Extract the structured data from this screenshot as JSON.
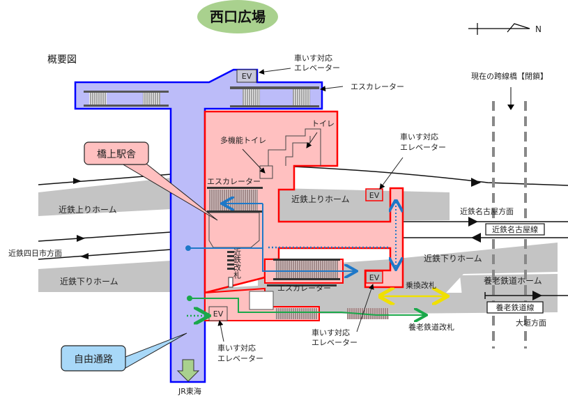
{
  "title": "西口広場",
  "overview_label": "概要図",
  "compass": {
    "north": "N"
  },
  "colors": {
    "plaza_oval": "#a9d18e",
    "free_passage_fill": "#bcbcf9",
    "free_passage_border": "#0000ff",
    "station_fill": "#ffc0c0",
    "station_border": "#ff0000",
    "platform_gray": "#c4c4c4",
    "route_blue": "#1e78c8",
    "route_green": "#1aa84a",
    "route_yellow": "#ffff00",
    "callout_pink": "#ffc0c0",
    "callout_blue": "#a8d8f8",
    "arrow_green": "#a9d18e"
  },
  "callouts": {
    "station": "橋上駅舎",
    "free_passage": "自由通路"
  },
  "labels": {
    "ev_top_line1": "車いす対応",
    "ev_top_line2": "エレベーター",
    "escalator_top": "エスカレーター",
    "closed_bridge": "現在の跨線橋【閉鎖】",
    "toilet": "トイレ",
    "multi_toilet": "多機能トイレ",
    "escalator_mid": "エスカレーター",
    "ev_right_line1": "車いす対応",
    "ev_right_line2": "エレベーター",
    "kintetsu_up_platform_left": "近鉄上りホーム",
    "kintetsu_up_platform_right": "近鉄上りホーム",
    "kintetsu_nagoya_dir": "近鉄名古屋方面",
    "kintetsu_nagoya_line": "近鉄名古屋線",
    "kintetsu_yokkaichi_dir": "近鉄四日市方面",
    "kintetsu_down_platform_left": "近鉄下りホーム",
    "kintetsu_down_platform_right": "近鉄下りホーム",
    "kintetsu_gate": "近鉄改札",
    "escalator_low": "エスカレーター",
    "transfer_gate": "乗換改札",
    "yoro_platform": "養老鉄道ホーム",
    "yoro_line": "養老鉄道線",
    "ogaki_dir": "大垣方面",
    "yoro_gate": "養老鉄道改札",
    "ev_bottom_mid_line1": "車いす対応",
    "ev_bottom_mid_line2": "エレベーター",
    "ev_bottom_left_line1": "車いす対応",
    "ev_bottom_left_line2": "エレベーター",
    "jr": "JR東海",
    "ev": "EV"
  }
}
